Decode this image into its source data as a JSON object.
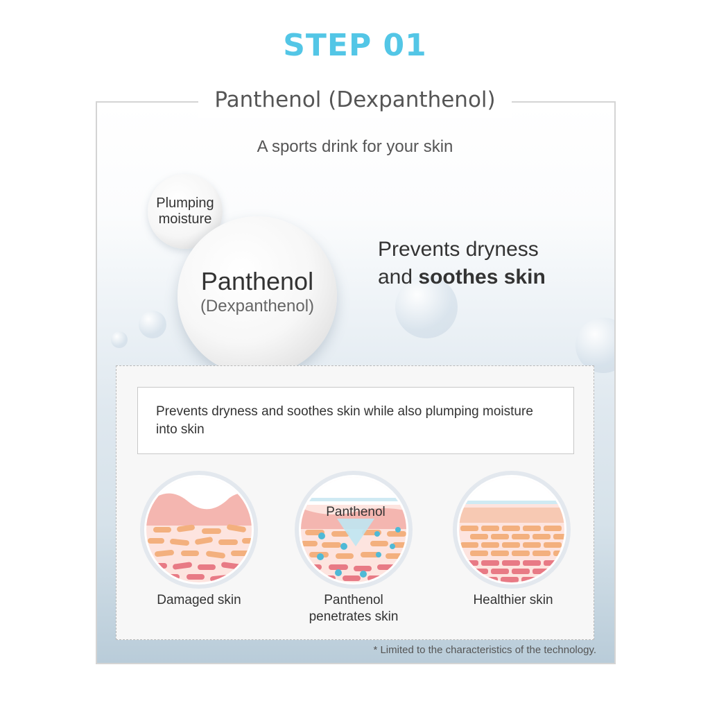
{
  "header": {
    "step": "STEP 01"
  },
  "panel": {
    "title": "Panthenol (Dexpanthenol)",
    "subtitle": "A sports drink for your skin"
  },
  "bubbles": {
    "small": {
      "line1": "Plumping",
      "line2": "moisture"
    },
    "big": {
      "title": "Panthenol",
      "subtitle": "(Dexpanthenol)"
    }
  },
  "headline": {
    "line1": "Prevents dryness",
    "line2_prefix": "and ",
    "line2_bold": "soothes skin"
  },
  "description": "Prevents dryness and soothes skin while also plumping moisture into skin",
  "stages": [
    {
      "label": "Damaged skin",
      "icon": "damaged-skin-icon"
    },
    {
      "label_line1": "Panthenol",
      "label_line2": "penetrates skin",
      "tag": "Panthenol",
      "icon": "panthenol-penetration-icon"
    },
    {
      "label": "Healthier skin",
      "icon": "healthy-skin-icon"
    }
  ],
  "footnote": "* Limited to the characteristics of the technology.",
  "colors": {
    "accent": "#53c6e6",
    "skin_top": "#f4b6b0",
    "skin_cells": "#f3b07e",
    "skin_cells_deep": "#e87a85",
    "droplet": "#4fb9d6"
  }
}
